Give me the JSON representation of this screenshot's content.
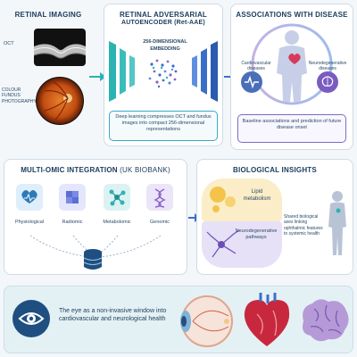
{
  "retinal_imaging": {
    "title": "RETINAL IMAGING",
    "oct_label": "OCT",
    "fundus_label": "COLOUR FUNDUS PHOTOGRAPHY"
  },
  "autoencoder": {
    "title_line1": "RETINAL ADVERSARIAL",
    "title_line2": "AUTOENCODER (Ret-AAE)",
    "embedding_line1": "256-DIMENSIONAL",
    "embedding_line2": "EMBEDDING",
    "caption": "Deep learning compresses OCT and fundus images into compact 256-dimensional representations"
  },
  "associations": {
    "title": "ASSOCIATIONS WITH DISEASE",
    "cardio_label": "Cardiovascular diseases",
    "neuro_label": "Neurodegenerative diseases",
    "caption": "Baseline associations and prediction of future disease onset"
  },
  "multiomic": {
    "title": "MULTI-OMIC INTEGRATION",
    "title_suffix": "(UK BIOBANK)",
    "items": [
      {
        "label": "Physiological"
      },
      {
        "label": "Radiomic"
      },
      {
        "label": "Metabolomic"
      },
      {
        "label": "Genomic"
      }
    ]
  },
  "insights": {
    "title": "BIOLOGICAL INSIGHTS",
    "lipid_label": "Lipid metabolism",
    "neuro_label": "Neurodegenerative pathways",
    "caption": "Shared biological axes linking ophthalmic features to systemic health"
  },
  "bottom": {
    "text": "The eye as a non-invasive window into cardiovascular and neurological health"
  },
  "colors": {
    "teal": "#2bb3b1",
    "blue": "#3a6fc9",
    "purple": "#8a63c8",
    "navy": "#1f4f80"
  }
}
